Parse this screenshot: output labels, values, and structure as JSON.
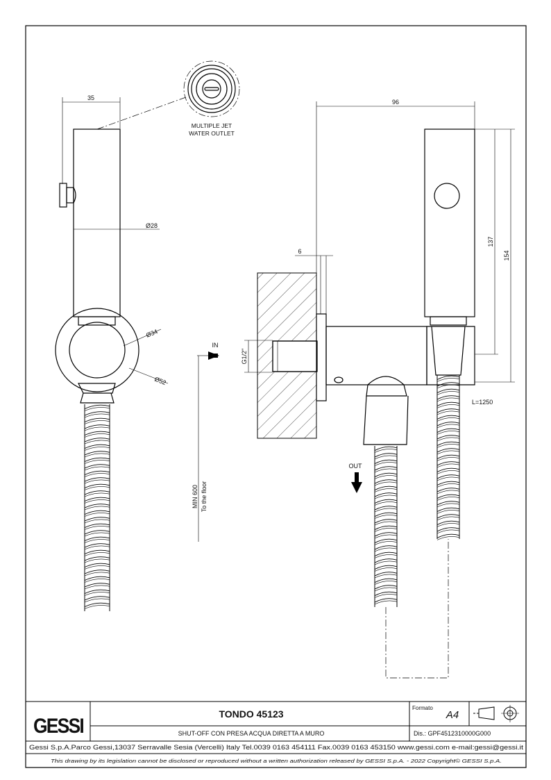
{
  "drawing": {
    "labels": {
      "outlet_note_1": "MULTIPLE JET",
      "outlet_note_2": "WATER OUTLET",
      "dim_35": "35",
      "dim_28": "Ø28",
      "dim_34": "Ø34",
      "dim_52": "Ø52",
      "dim_96": "96",
      "dim_6": "6",
      "dim_137": "137",
      "dim_154": "154",
      "thread": "G1/2\"",
      "in": "IN",
      "out": "OUT",
      "hose_length": "L=1250",
      "min_height_1": "MIN 600",
      "min_height_2": "To the floor"
    }
  },
  "title_block": {
    "logo": "GESSI",
    "product": "TONDO 45123",
    "description": "SHUT-OFF CON PRESA ACQUA DIRETTA A MURO",
    "formato_label": "Formato",
    "formato_value": "A4",
    "dis": "Dis.: GPF4512310000G000",
    "address": "Gessi S.p.A.Parco Gessi,13037 Serravalle Sesia (Vercelli) Italy Tel.0039 0163 454111 Fax.0039 0163 453150 www.gessi.com e-mail:gessi@gessi.it",
    "disclaimer": "This drawing by its legislation cannot be disclosed or reproduced without a written authorization released by GESSI S.p.A. - 2022 Copyright© GESSI S.p.A."
  }
}
